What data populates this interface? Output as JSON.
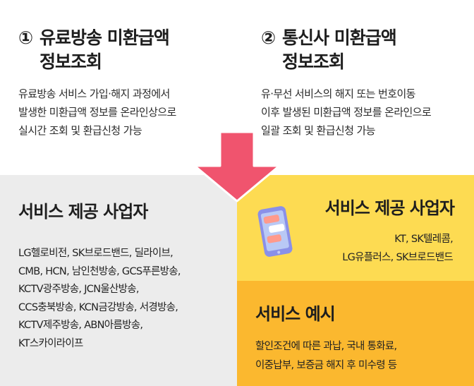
{
  "section1": {
    "number": "①",
    "title_line1": "유료방송 미환급액",
    "title_line2": "정보조회",
    "desc": [
      "유료방송 서비스 가입·해지 과정에서",
      "발생한 미환급액 정보를 온라인상으로",
      "실시간 조회 및 환급신청 가능"
    ]
  },
  "section2": {
    "number": "②",
    "title_line1": "통신사 미환급액",
    "title_line2": "정보조회",
    "desc": [
      "유·무선 서비스의 해지 또는 번호이동",
      "이후 발생된 미환급액 정보를 온라인으로",
      "일괄 조회 및 환급신청 가능"
    ]
  },
  "left_box": {
    "title": "서비스 제공 사업자",
    "providers": [
      "LG헬로비전, SK브로드밴드, 딜라이브,",
      "CMB, HCN, 남인천방송, GCS푸른방송,",
      "KCTV광주방송, JCN울산방송,",
      "CCS충북방송, KCN금강방송, 서경방송,",
      "KCTV제주방송, ABN아름방송,",
      "KT스카이라이프"
    ]
  },
  "right_box": {
    "title": "서비스 제공 사업자",
    "providers": [
      "KT, SK텔레콤,",
      "LG유플러스, SK브로드밴드"
    ]
  },
  "example_box": {
    "title": "서비스 예시",
    "lines": [
      "할인조건에 따른 과납, 국내 통화료,",
      "이중납부, 보증금 해지 후 미수령 등"
    ]
  },
  "icons": {
    "arrow": "down-arrow-icon",
    "phone": "smartphone-chat-icon"
  },
  "colors": {
    "arrow": "#f0546e",
    "grey_panel": "#ececec",
    "yellow_panel": "#fddb52",
    "orange_panel": "#fbb82f",
    "phone_body": "#8a90e8"
  }
}
